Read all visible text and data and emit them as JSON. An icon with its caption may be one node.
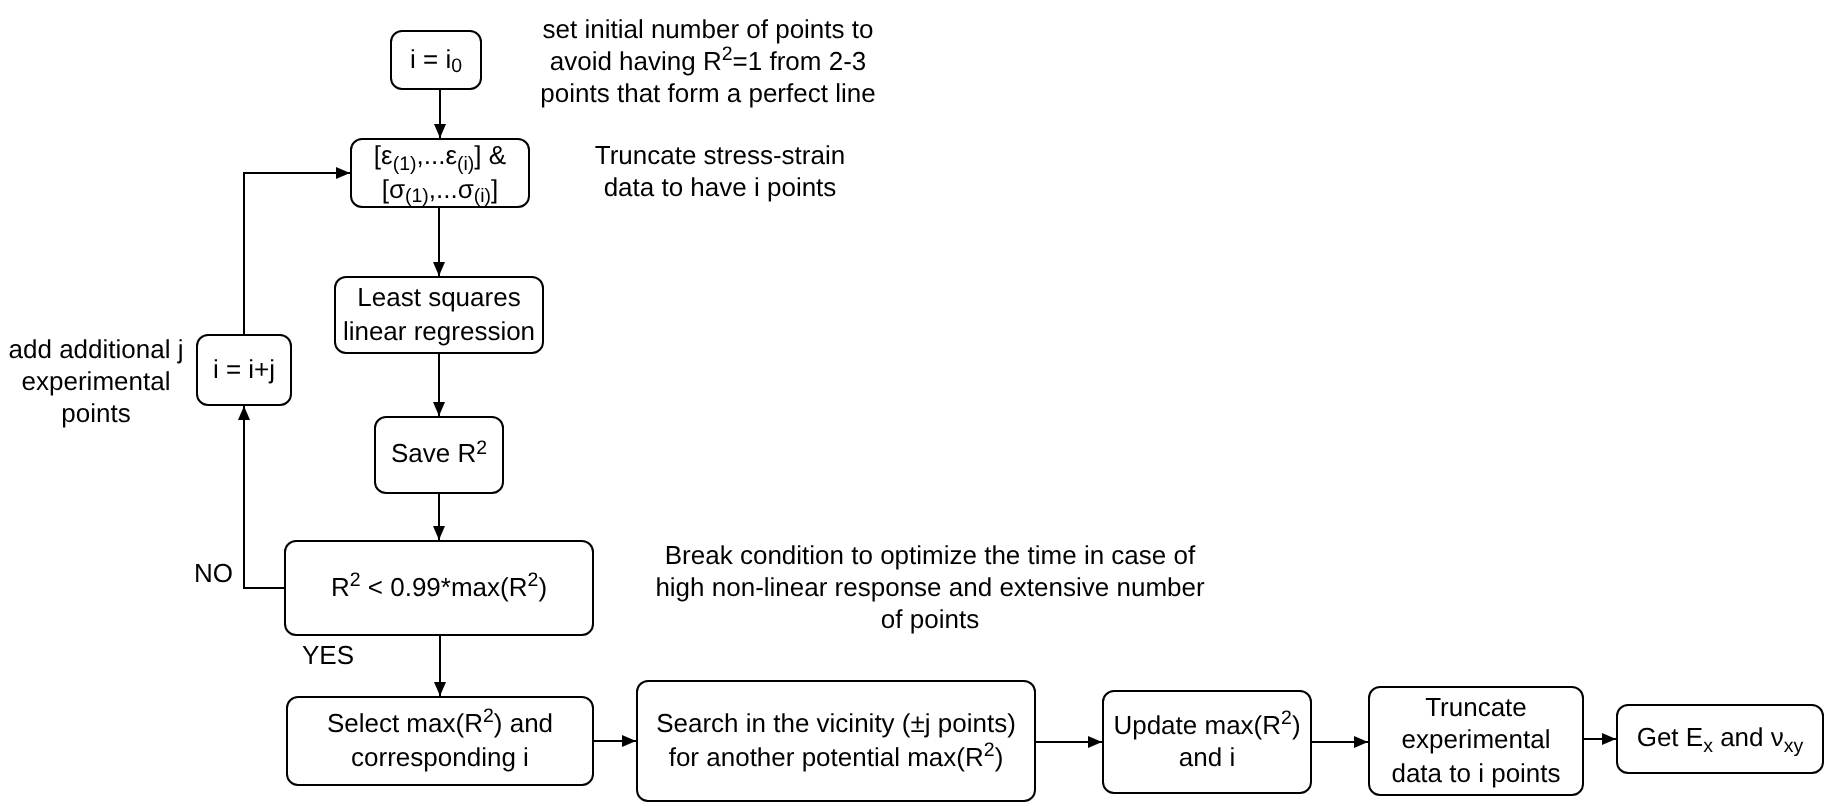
{
  "diagram": {
    "nodes": [
      {
        "text": [
          "i = i$_{0}$"
        ]
      },
      {
        "text": [
          "[ε$_{(1)}$,...ε$_{(i)}$] & [σ$_{(1)}$,...σ$_{(i)}$]"
        ],
        "beside": [
          "Truncate stress-strain data to have i points"
        ]
      },
      {
        "text": [
          "Least squares linear regression"
        ]
      },
      {
        "text": [
          "Save R$^{2}$"
        ]
      },
      {
        "text": [
          "R$^{2}$ < 0.99*max(R$^{2}$)"
        ],
        "beside": [
          "Break condition to optimize the time in case of high non-linear response and extensive number of points"
        ]
      },
      {
        "text": [
          "i = i+j"
        ],
        "beside": [
          "add additional j experimental points"
        ]
      },
      {
        "text": [
          "Select max(R$^{2}$) and corresponding i"
        ]
      },
      {
        "text": [
          "Search in the vicinity (±j points) for another potential max(R$^{2}$)"
        ]
      },
      {
        "text": [
          "Update max(R$^{2}$) and i"
        ]
      },
      {
        "text": [
          "Truncate experimental data to i points"
        ]
      },
      {
        "text": [
          "Get E$_{x}$ and ν$_{xy}$"
        ]
      }
    ],
    "edges": [
      {
        "from": 0,
        "to": 1,
        "arrow": "to"
      },
      {
        "from": 1,
        "to": 2,
        "arrow": "to"
      },
      {
        "from": 2,
        "to": 3,
        "arrow": "to"
      },
      {
        "from": 3,
        "to": 4,
        "arrow": "to"
      },
      {
        "from": 4,
        "to": 5,
        "arrow": "to",
        "label": "NO"
      },
      {
        "from": 5,
        "to": 1,
        "arrow": "to"
      },
      {
        "from": 4,
        "to": 6,
        "arrow": "to",
        "label": "YES"
      },
      {
        "from": 6,
        "to": 7,
        "arrow": "to"
      },
      {
        "from": 7,
        "to": 8,
        "arrow": "to"
      },
      {
        "from": 8,
        "to": 9,
        "arrow": "to"
      },
      {
        "from": 9,
        "to": 10,
        "arrow": "to"
      }
    ],
    "labels": [
      "set initial number of points to avoid having R$^{2}$=1 from 2-3 points that form a perfect line"
    ]
  }
}
